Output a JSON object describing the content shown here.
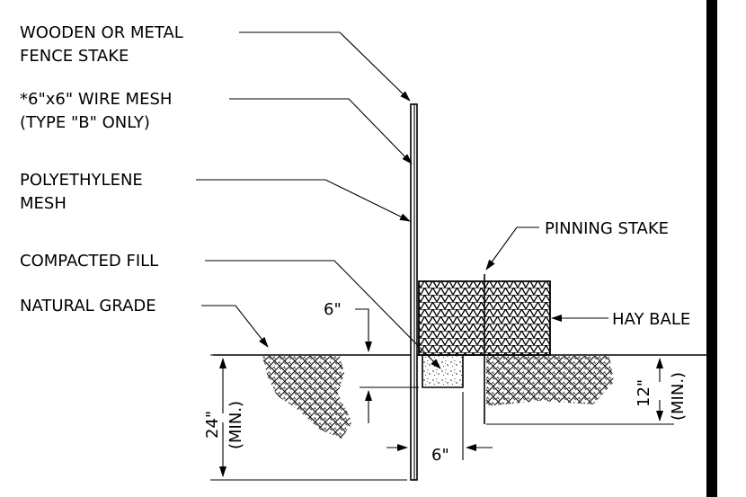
{
  "labels": {
    "fence_stake_1": "WOODEN OR METAL",
    "fence_stake_2": "FENCE STAKE",
    "wire_mesh_1": "*6\"x6\" WIRE MESH",
    "wire_mesh_2": "(TYPE \"B\" ONLY)",
    "poly_mesh_1": "POLYETHYLENE",
    "poly_mesh_2": "MESH",
    "compacted_fill": "COMPACTED FILL",
    "natural_grade": "NATURAL GRADE",
    "pinning_stake": "PINNING STAKE",
    "hay_bale": "HAY BALE"
  },
  "dimensions": {
    "trench_depth": "6\"",
    "trench_width": "6\"",
    "fence_embed": "24\"",
    "fence_embed_min": "(MIN.)",
    "stake_embed": "12\"",
    "stake_embed_min": "(MIN.)"
  },
  "colors": {
    "line": "#000000",
    "background": "#ffffff",
    "frame": "#000000"
  }
}
